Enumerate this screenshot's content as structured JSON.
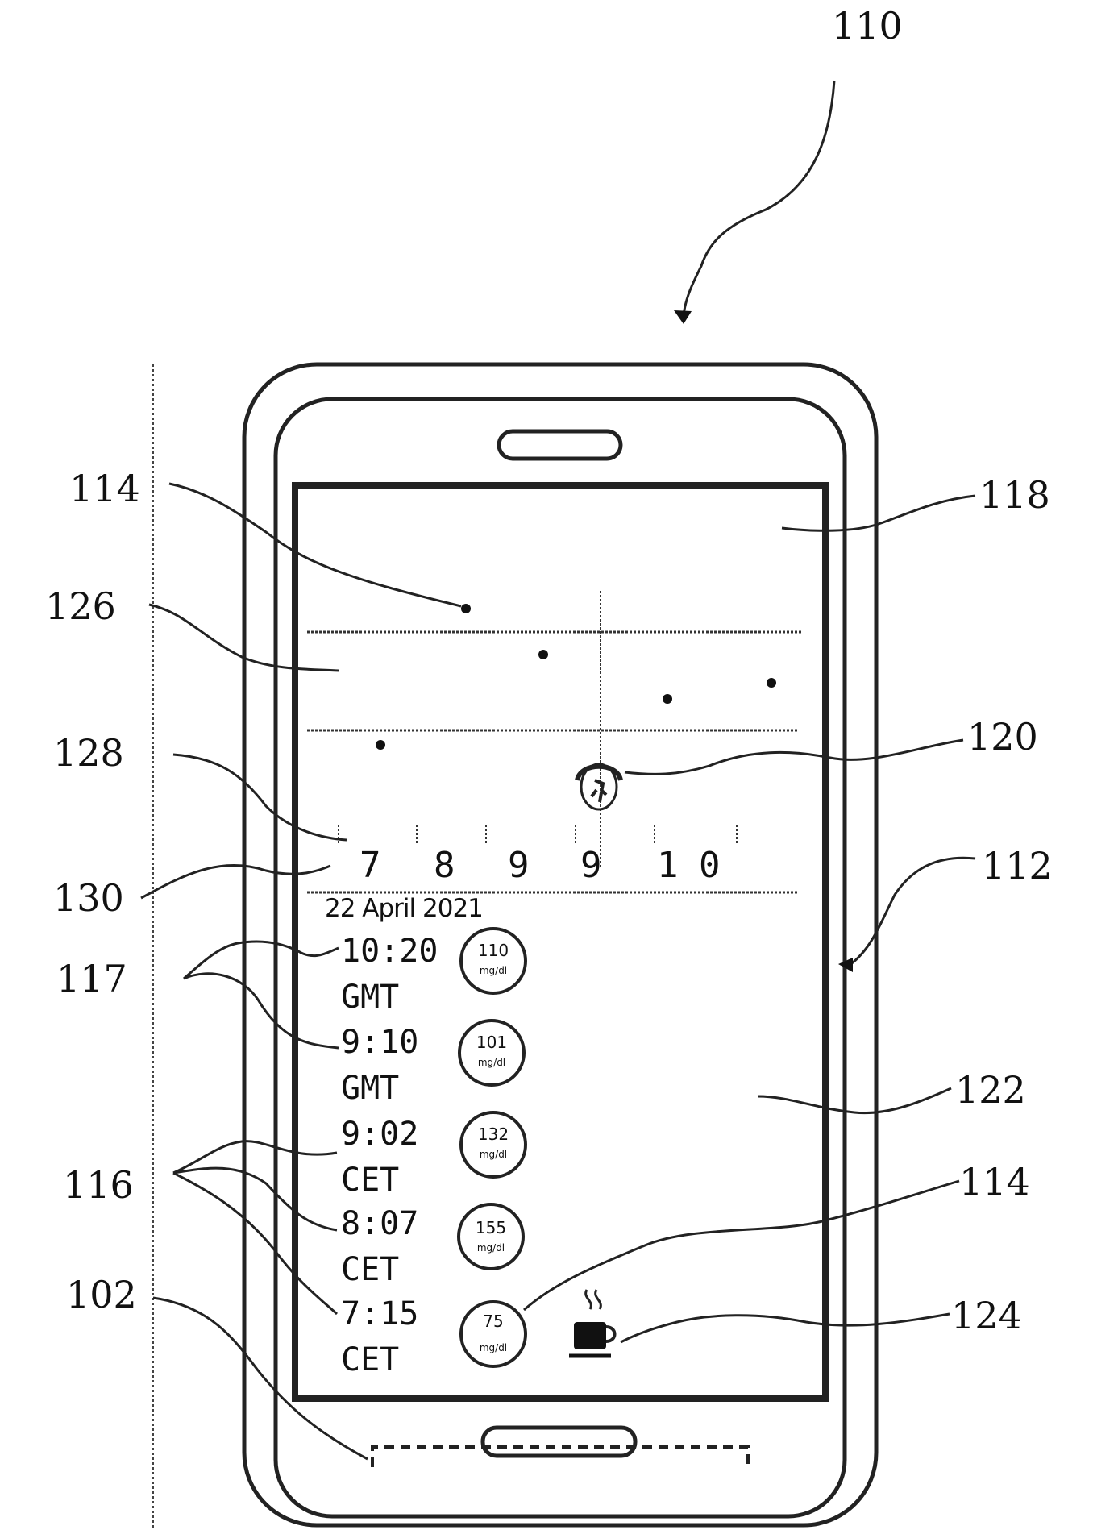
{
  "figure": {
    "reference_numerals": {
      "device": "110",
      "display": "112",
      "data_point": "114",
      "timestamps": "116",
      "timezones": "117",
      "graph_area": "118",
      "cursor": "120",
      "list_area": "122",
      "event_marker": "124",
      "target_range": "126",
      "tick_marks": "128",
      "hour_labels": "130",
      "data_point_list": "114",
      "sensor_slot": "102"
    }
  },
  "screen": {
    "graph": {
      "hour_labels": [
        "7",
        "8",
        "9",
        "9",
        "1",
        "0"
      ],
      "cursor_icon": "person-walking-icon"
    },
    "date_label": "22 April 2021",
    "readings": [
      {
        "time": "10:20",
        "zone": "GMT",
        "value": "110",
        "unit": "mg/dl"
      },
      {
        "time": "9:10",
        "zone": "GMT",
        "value": "101",
        "unit": "mg/dl"
      },
      {
        "time": "9:02",
        "zone": "CET",
        "value": "132",
        "unit": "mg/dl"
      },
      {
        "time": "8:07",
        "zone": "CET",
        "value": "155",
        "unit": "mg/dl"
      },
      {
        "time": "7:15",
        "zone": "CET",
        "value": "75",
        "unit": "mg/dl",
        "event_icon": "coffee-cup-icon"
      }
    ]
  },
  "colors": {
    "line": "#222222",
    "background": "#ffffff"
  }
}
